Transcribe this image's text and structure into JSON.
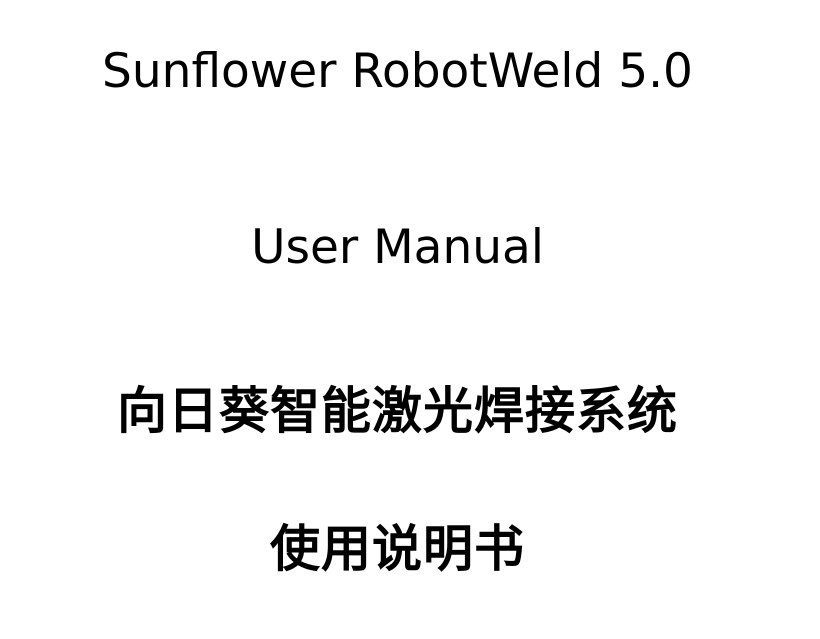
{
  "cover": {
    "product_title": "Sunflower RobotWeld 5.0",
    "document_type": "User Manual",
    "product_title_zh": "向日葵智能激光焊接系统",
    "document_type_zh": "使用说明书"
  }
}
